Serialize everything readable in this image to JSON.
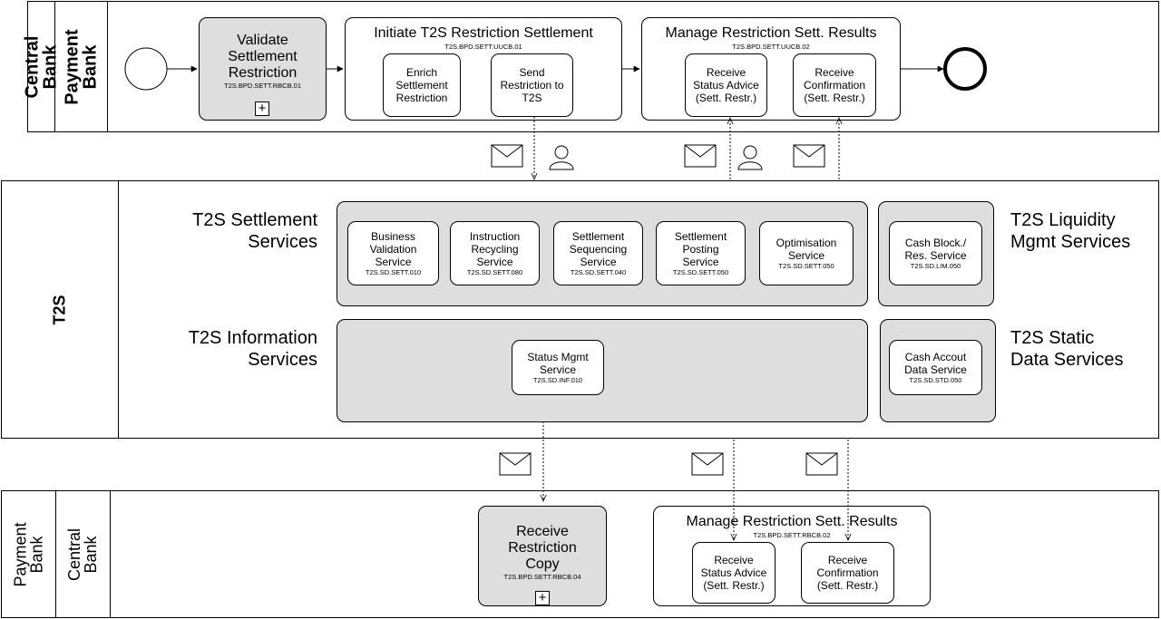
{
  "top_pool": {
    "lane_outer": "Central\nBank",
    "lane_inner": "Payment\nBank"
  },
  "t2s_pool": {
    "label": "T2S"
  },
  "bottom_pool": {
    "lane_outer": "Payment\nBank",
    "lane_inner": "Central\nBank"
  },
  "validate": {
    "title": "Validate\nSettlement\nRestriction",
    "code": "T2S.BPD.SETT.RBCB.01",
    "marker": "+"
  },
  "initiate": {
    "title": "Initiate T2S Restriction Settlement",
    "code": "T2S.BPD.SETT.UUCB.01",
    "enrich": "Enrich\nSettlement\nRestriction",
    "send": "Send\nRestriction to\nT2S"
  },
  "manage_top": {
    "title": "Manage Restriction Sett. Results",
    "code": "T2S.BPD.SETT.UUCB.02",
    "status": "Receive\nStatus Advice\n(Sett. Restr.)",
    "confirm": "Receive\nConfirmation\n(Sett. Restr.)"
  },
  "settlement_services": {
    "label": "T2S Settlement\nServices",
    "items": [
      {
        "name": "Business\nValidation\nService",
        "code": "T2S.SD.SETT.010"
      },
      {
        "name": "Instruction\nRecycling\nService",
        "code": "T2S.SD.SETT.080"
      },
      {
        "name": "Settlement\nSequencing\nService",
        "code": "T2S.SD.SETT.040"
      },
      {
        "name": "Settlement\nPosting\nService",
        "code": "T2S.SD.SETT.050"
      },
      {
        "name": "Optimisation\nService",
        "code": "T2S.SD.SETT.050"
      }
    ]
  },
  "liquidity_services": {
    "label": "T2S Liquidity\nMgmt Services",
    "item": {
      "name": "Cash Block./\nRes. Service",
      "code": "T2S.SD.LIM.050"
    }
  },
  "information_services": {
    "label": "T2S Information\nServices",
    "item": {
      "name": "Status Mgmt\nService",
      "code": "T2S.SD.INF.010"
    }
  },
  "static_services": {
    "label": "T2S Static\nData Services",
    "item": {
      "name": "Cash Accout\nData Service",
      "code": "T2S.SD.STD.050"
    }
  },
  "receive_copy": {
    "title": "Receive\nRestriction\nCopy",
    "code": "T2S.BPD.SETT.RBCB.04",
    "marker": "+"
  },
  "manage_bottom": {
    "title": "Manage Restriction Sett. Results",
    "code": "T2S.BPD.SETT.RBCB.02",
    "status": "Receive\nStatus Advice\n(Sett. Restr.)",
    "confirm": "Receive\nConfirmation\n(Sett. Restr.)"
  }
}
